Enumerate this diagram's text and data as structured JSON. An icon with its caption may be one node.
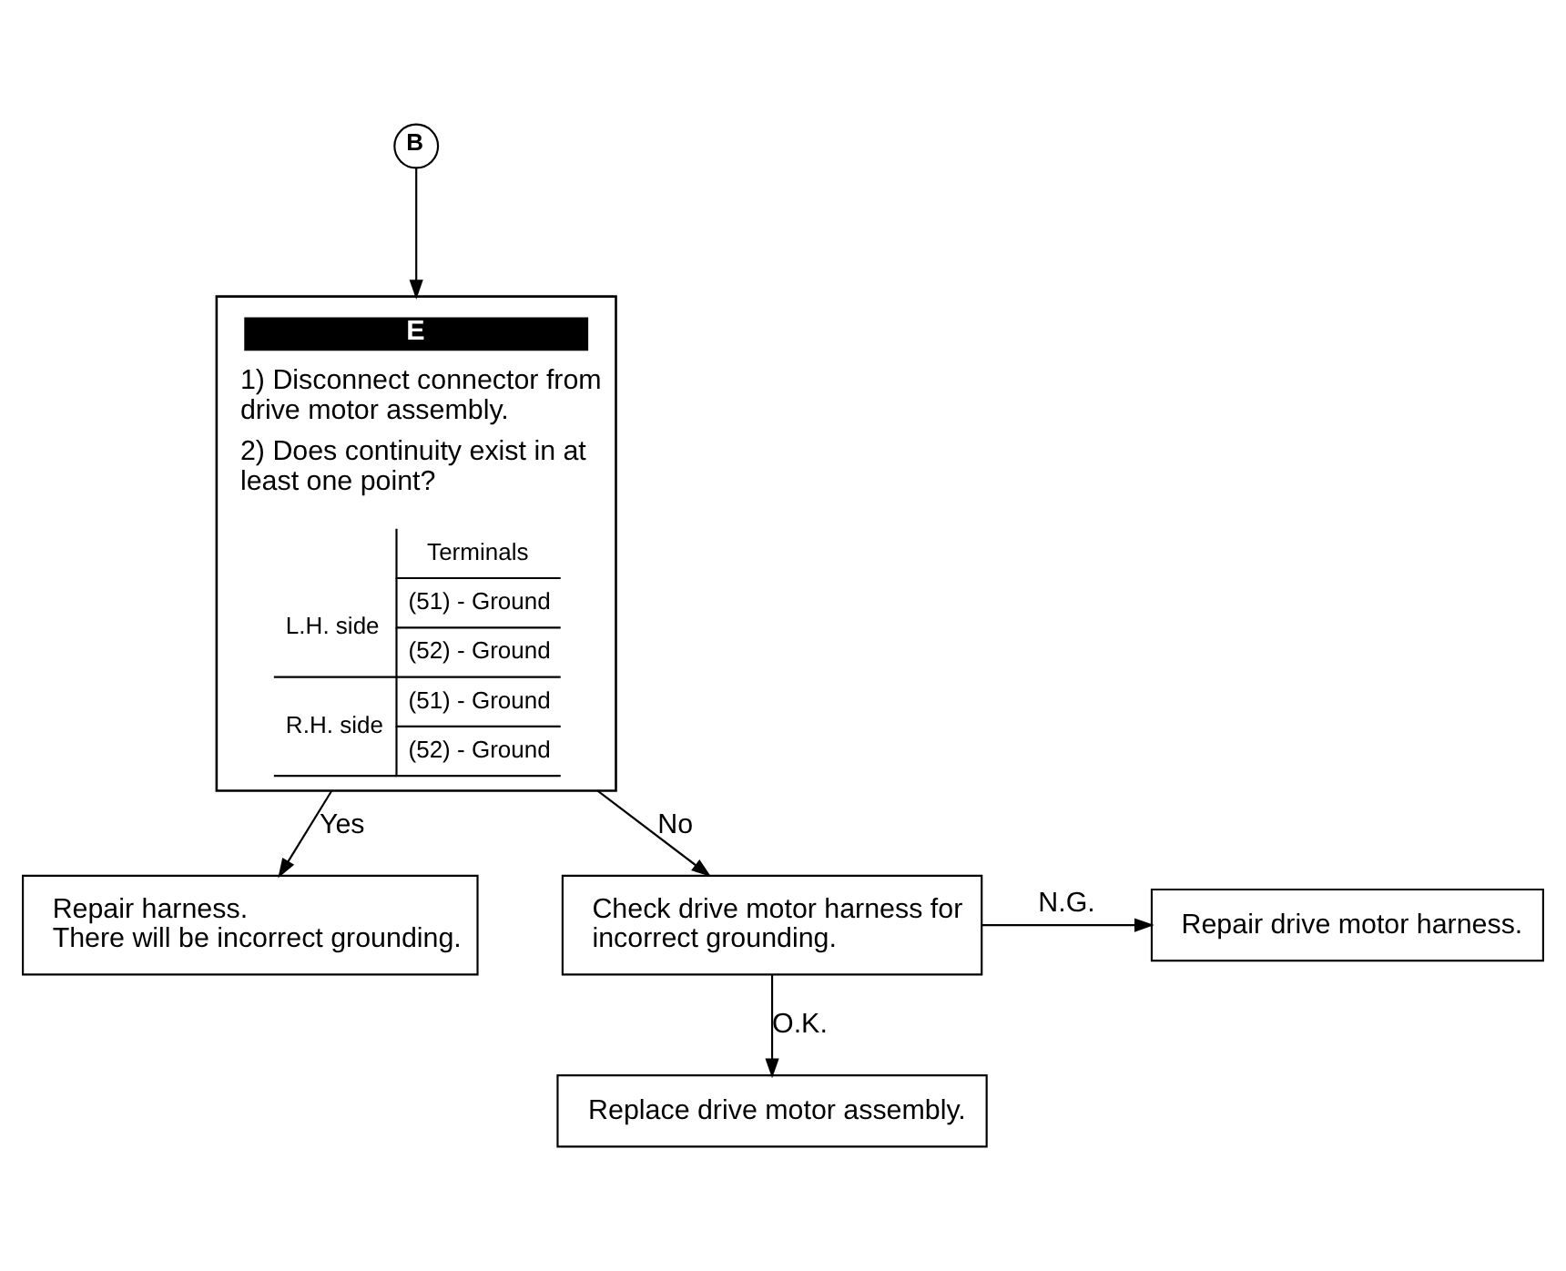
{
  "diagram": {
    "nodes": [
      {
        "text": [
          "B"
        ]
      },
      {
        "text": [
          "E",
          "1) Disconnect connector from drive motor assembly.",
          "2) Does continuity exist in at least one point?"
        ]
      },
      {
        "text": [
          "Repair harness.",
          "There will be incorrect grounding."
        ]
      },
      {
        "text": [
          "Check drive motor harness for incorrect grounding."
        ]
      },
      {
        "text": [
          "Repair drive motor harness."
        ]
      },
      {
        "text": [
          "Replace drive motor assembly."
        ]
      }
    ],
    "edges": [
      {
        "from": 0,
        "to": 1,
        "arrow": "to"
      },
      {
        "from": 1,
        "to": 2,
        "arrow": "to",
        "label": "Yes"
      },
      {
        "from": 1,
        "to": 3,
        "arrow": "to",
        "label": "No"
      },
      {
        "from": 3,
        "to": 4,
        "arrow": "to",
        "label": "N.G."
      },
      {
        "from": 3,
        "to": 5,
        "arrow": "to",
        "label": "O.K."
      }
    ],
    "labels": [
      "Terminals",
      "L.H. side",
      "(51) - Ground",
      "(52) - Ground",
      "R.H. side",
      "(51) - Ground",
      "(52) - Ground"
    ]
  }
}
